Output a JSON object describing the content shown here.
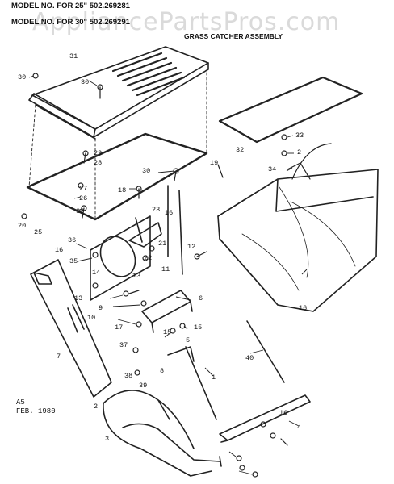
{
  "header": {
    "model_line_1": "MODEL NO. FOR 25\" 502.269281",
    "model_line_2": "MODEL NO. FOR 30\" 502.269291",
    "title": "GRASS CATCHER ASSEMBLY"
  },
  "watermark": "AppliancePartsPros.com",
  "footer": {
    "code": "A5",
    "date": "FEB. 1980"
  },
  "callouts": [
    "31",
    "30",
    "30",
    "33",
    "2",
    "32",
    "34",
    "29",
    "28",
    "27",
    "26",
    "30",
    "30",
    "18",
    "19",
    "16",
    "23",
    "22",
    "21",
    "20",
    "25",
    "36",
    "16",
    "35",
    "12",
    "13",
    "14",
    "11",
    "16",
    "13",
    "9",
    "6",
    "10",
    "17",
    "15",
    "15",
    "7",
    "37",
    "8",
    "5",
    "40",
    "1",
    "38",
    "39",
    "2",
    "3",
    "4",
    "16"
  ]
}
